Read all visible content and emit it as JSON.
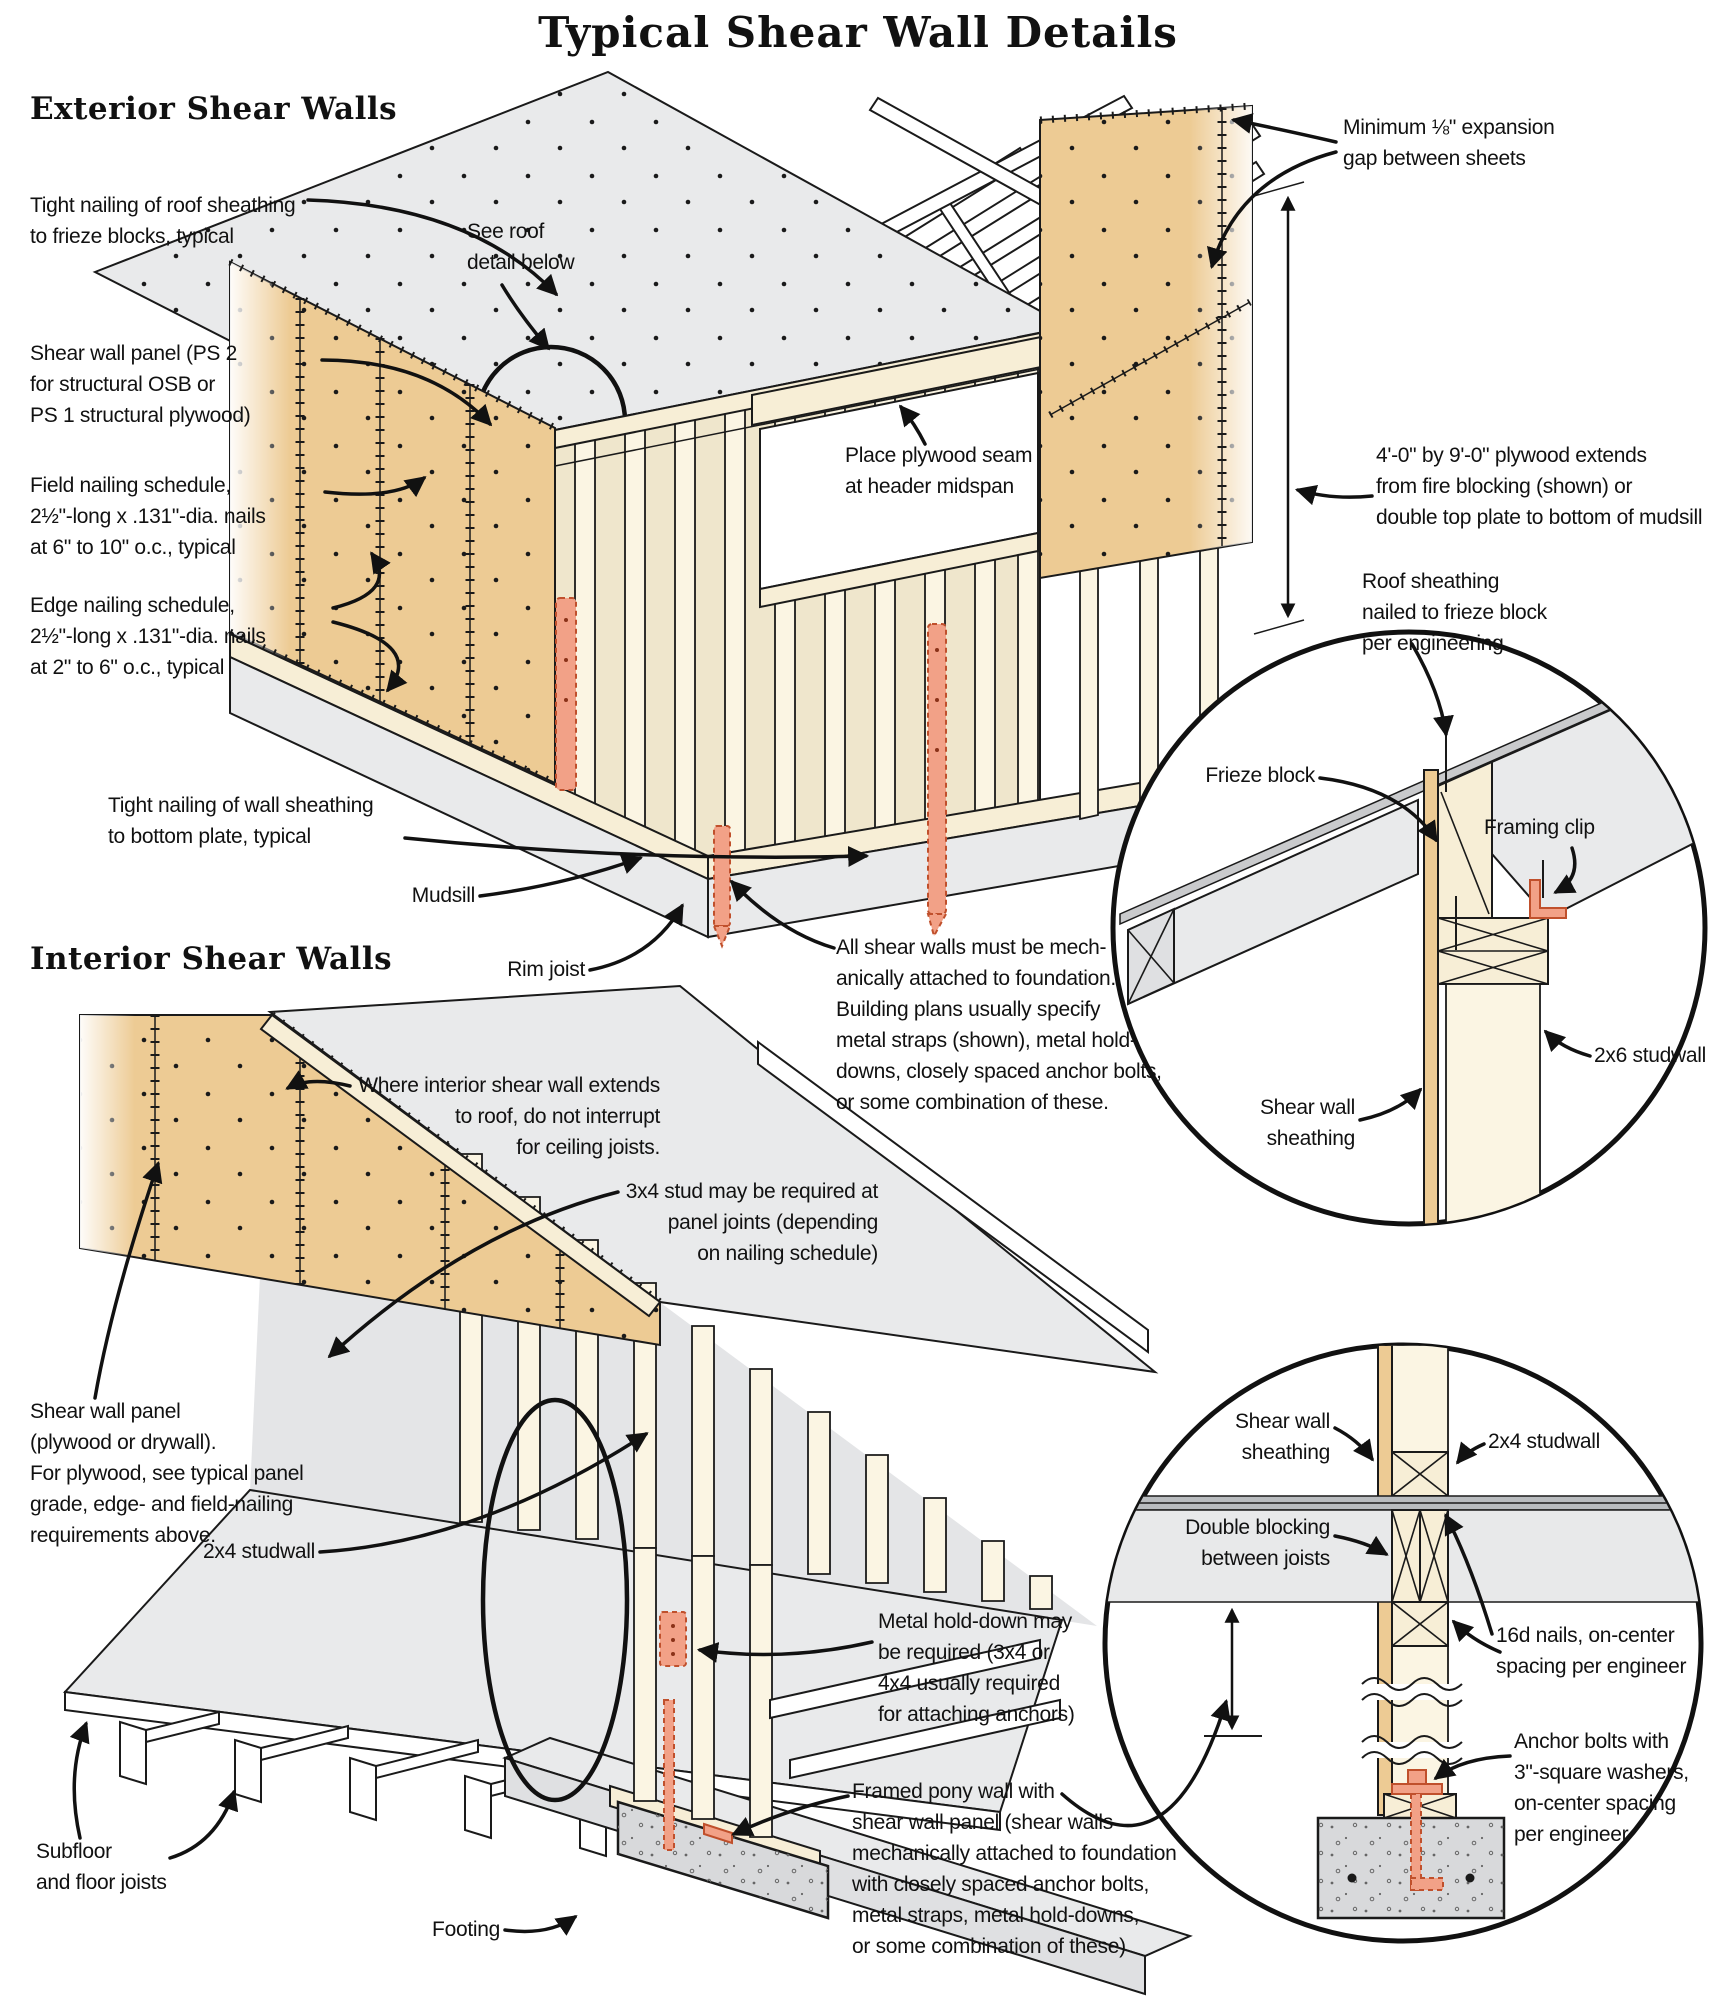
{
  "title": "Typical Shear Wall Details",
  "exterior": {
    "heading": "Exterior Shear Walls",
    "labels": {
      "tight_roof": "Tight nailing of roof sheathing\nto frieze blocks, typical",
      "see_roof": "See roof\ndetail below",
      "shear_panel": "Shear wall panel (PS 2\nfor structural OSB or\nPS 1 structural plywood)",
      "field_nailing": "Field nailing schedule,\n2½\"-long x .131\"-dia. nails\nat 6\" to 10\" o.c., typical",
      "edge_nailing": "Edge nailing schedule,\n2½\"-long x .131\"-dia. nails\nat 2\" to 6\" o.c., typical",
      "tight_wall": "Tight nailing of wall sheathing\nto bottom plate, typical",
      "mudsill": "Mudsill",
      "rim_joist": "Rim joist",
      "expansion_gap": "Minimum ⅛\" expansion\ngap between sheets",
      "plywood_extends": "4'-0\" by 9'-0\" plywood extends\nfrom fire blocking (shown) or\ndouble top plate to bottom of mudsill",
      "plywood_seam": "Place plywood seam\nat header midspan",
      "attach_foundation": "All shear walls must be mech-\nanically attached to foundation.\nBuilding plans usually specify\nmetal straps (shown), metal hold-\ndowns, closely spaced anchor bolts,\nor some combination of these."
    }
  },
  "roof_detail": {
    "labels": {
      "roof_sheathing": "Roof sheathing\nnailed to frieze block\nper engineering",
      "frieze_block": "Frieze block",
      "framing_clip": "Framing clip",
      "studwall_2x6": "2x6 studwall",
      "shear_sheathing": "Shear wall\nsheathing"
    }
  },
  "interior": {
    "heading": "Interior Shear Walls",
    "labels": {
      "where_extends": "Where interior shear wall extends\nto roof, do not interrupt\nfor ceiling joists.",
      "stud_3x4": "3x4 stud may be required at\npanel joints (depending\non nailing schedule)",
      "shear_panel": "Shear wall panel\n(plywood or drywall).\nFor plywood, see typical panel\ngrade, edge- and field-nailing\nrequirements above.",
      "studwall_2x4": "2x4 studwall",
      "subfloor": "Subfloor\nand floor joists",
      "footing": "Footing",
      "metal_holddown": "Metal hold-down may\nbe required (3x4 or\n4x4 usually required\nfor attaching anchors)",
      "framed_pony": "Framed pony wall with\nshear wall panel (shear walls\nmechanically attached to foundation\nwith closely spaced anchor bolts,\nmetal straps, metal hold-downs,\nor some combination of these)"
    }
  },
  "floor_detail": {
    "labels": {
      "shear_sheathing": "Shear wall\nsheathing",
      "studwall_2x4": "2x4 studwall",
      "double_blocking": "Double blocking\nbetween joists",
      "nails_16d": "16d nails, on-center\nspacing per engineer",
      "anchor_bolts": "Anchor bolts with\n3\"-square washers,\non-center spacing\nper engineer"
    }
  },
  "colors": {
    "panel_tan": "#edcb94",
    "wood_cream": "#f7eed6",
    "stud_light": "#fbf5e3",
    "sheathing_gray": "#e9eaeb",
    "concrete_gray": "#d8d9db",
    "strap_salmon": "#f2a187",
    "strap_outline": "#c0502c",
    "line_black": "#1a1a1a"
  }
}
